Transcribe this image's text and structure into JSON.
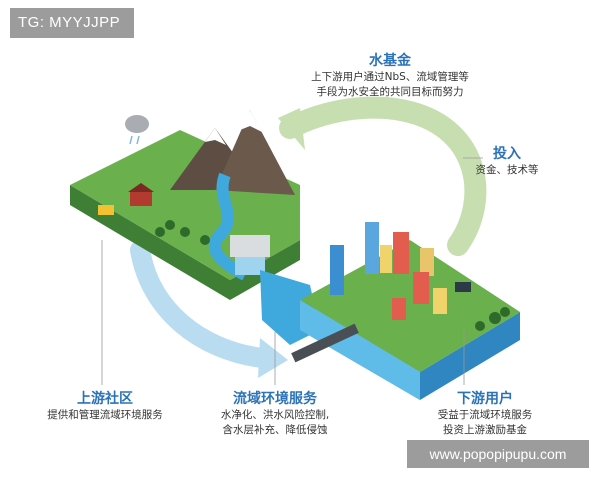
{
  "watermark_top": "TG: MYYJJPP",
  "watermark_bottom": "www.popopipupu.com",
  "labels": {
    "water_fund": {
      "title": "水基金",
      "desc1": "上下游用户通过NbS、流域管理等",
      "desc2": "手段为水安全的共同目标而努力"
    },
    "investment": {
      "title": "投入",
      "desc1": "资金、技术等"
    },
    "upstream": {
      "title": "上游社区",
      "desc1": "提供和管理流域环境服务"
    },
    "services": {
      "title": "流域环境服务",
      "desc1": "水净化、洪水风险控制,",
      "desc2": "含水层补充、降低侵蚀"
    },
    "downstream": {
      "title": "下游用户",
      "desc1": "受益于流域环境服务",
      "desc2": "投资上游激励基金"
    }
  },
  "colors": {
    "title_blue": "#2b73b6",
    "land_green": "#6ab04c",
    "water_blue": "#3fa9dd",
    "arrow_green": "#c7dfb0",
    "arrow_blue": "#b9dcf1"
  }
}
